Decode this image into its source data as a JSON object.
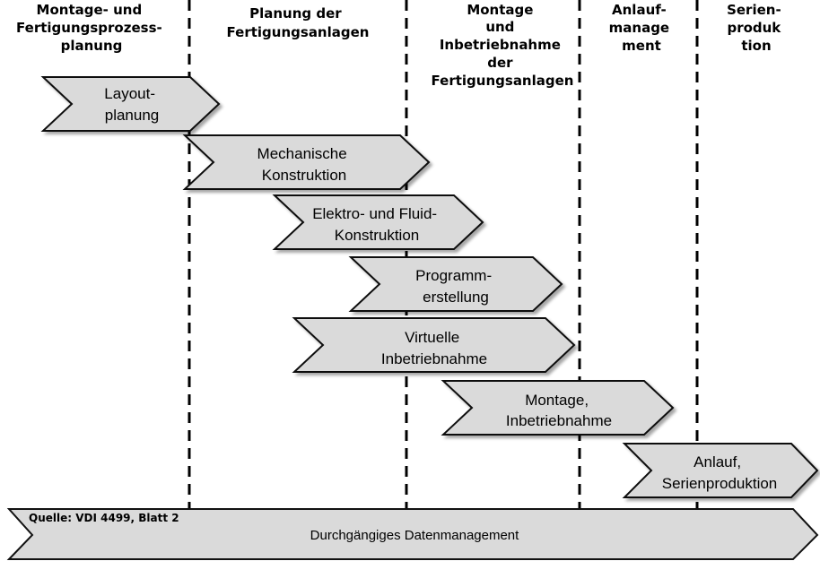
{
  "phases": [
    {
      "id": "montage-fertigungsprozessplanung",
      "lines": [
        "Montage- und",
        "Fertigungsprozess-",
        "planung"
      ]
    },
    {
      "id": "planung-fertigungsanlagen",
      "lines": [
        "Planung der",
        "Fertigungsanlagen"
      ]
    },
    {
      "id": "montage-inbetriebnahme",
      "lines": [
        "Montage",
        "und",
        "Inbetriebnahme",
        "der",
        "Fertigungsanlagen"
      ]
    },
    {
      "id": "anlaufmanagement",
      "lines": [
        "Anlauf-",
        "manage",
        "ment"
      ]
    },
    {
      "id": "serienproduktion",
      "lines": [
        "Serien-",
        "produk",
        "tion"
      ]
    }
  ],
  "tasks": [
    {
      "id": "layoutplanung",
      "lines": [
        "Layout-",
        "planung"
      ]
    },
    {
      "id": "mechanische-konstruktion",
      "lines": [
        "Mechanische",
        "Konstruktion"
      ]
    },
    {
      "id": "elektro-fluid-konstruktion",
      "lines": [
        "Elektro- und Fluid-",
        "Konstruktion"
      ]
    },
    {
      "id": "programmerstellung",
      "lines": [
        "Programm-",
        "erstellung"
      ]
    },
    {
      "id": "virtuelle-inbetriebnahme",
      "lines": [
        "Virtuelle",
        "Inbetriebnahme"
      ]
    },
    {
      "id": "montage-inbetriebnahme-task",
      "lines": [
        "Montage,",
        "Inbetriebnahme"
      ]
    },
    {
      "id": "anlauf-serienproduktion",
      "lines": [
        "Anlauf,",
        "Serienproduktion"
      ]
    }
  ],
  "bottom_bar": {
    "label": "Durchgängiges Datenmanagement",
    "source": "Quelle: VDI 4499, Blatt 2"
  },
  "colors": {
    "chevron_fill": "#dadada",
    "stroke": "#111111",
    "shadow": "#9a9a9a"
  }
}
